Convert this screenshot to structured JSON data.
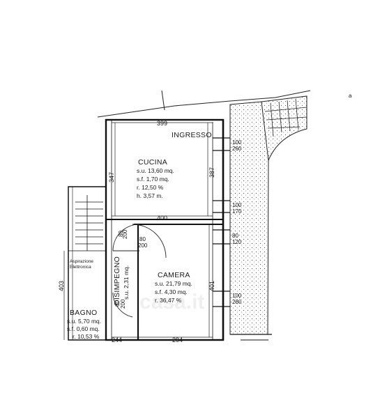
{
  "rooms": {
    "ingresso": {
      "name": "INGRESSO"
    },
    "cucina": {
      "name": "CUCINA",
      "su": "s.u. 13,60 mq.",
      "sf": "s.f. 1,70 mq.",
      "r": "r. 12,50 %",
      "h": "h. 3,57 m."
    },
    "camera": {
      "name": "CAMERA",
      "su": "s.u. 21,79 mq.",
      "sf": "s.f. 4,30 mq.",
      "r": "r. 36,47 %"
    },
    "bagno": {
      "name": "BAGNO",
      "su": "s.u. 5,70 mq.",
      "sf": "s.f. 0,60 mq.",
      "r": "r. 10,53 %"
    },
    "disimpegno": {
      "name": "DISIMPEGNO",
      "su": "s.u. 2,31 mq."
    }
  },
  "dimensions": {
    "top_width": "399",
    "kitchen_left": "347",
    "kitchen_right": "387",
    "middle_width": "400",
    "camera_right": "401",
    "bagno_left": "403",
    "bottom_left": "244",
    "bottom_right": "294"
  },
  "openings": {
    "w1": [
      "100",
      "260"
    ],
    "w2": [
      "100",
      "170"
    ],
    "w3": [
      "80",
      "120"
    ],
    "w4": [
      "100",
      "280"
    ],
    "d1": [
      "80",
      "200"
    ],
    "d2": [
      "80",
      "200"
    ],
    "d3": [
      "80",
      "200"
    ]
  },
  "notes": {
    "aspirazione": [
      "Aspirazione",
      "Elettronica"
    ],
    "marker": "a"
  },
  "watermark": "casa.it"
}
